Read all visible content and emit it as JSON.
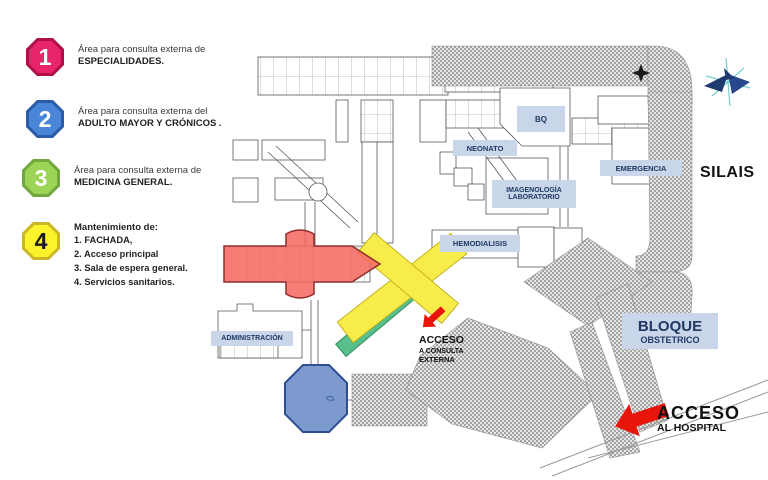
{
  "legend": {
    "items": [
      {
        "number": "1",
        "line1": "Área para consulta externa de",
        "line2": "ESPECIALIDADES."
      },
      {
        "number": "2",
        "line1": "Área para consulta externa del",
        "line2": "ADULTO MAYOR Y CRÓNICOS ."
      },
      {
        "number": "3",
        "line1": "Área para consulta externa de",
        "line2": "MEDICINA GENERAL."
      },
      {
        "number": "4",
        "title": "Mantenimiento de:",
        "list": [
          "1.   FACHADA,",
          "2.  Acceso principal",
          "3.  Sala de espera general.",
          "4.  Servicios sanitarios."
        ]
      }
    ]
  },
  "map": {
    "labels": {
      "bq": "BQ",
      "neonato": "NEONATO",
      "imagenologia_line1": "IMAGENOLOGÍA",
      "imagenologia_line2": "LABORATORIO",
      "emergencia": "EMERGENCIA",
      "hemodialisis": "HEMODIALISIS",
      "administracion": "ADMINISTRACIÓN",
      "bloque_line1": "BLOQUE",
      "bloque_line2": "OBSTETRICO",
      "silais": "SILAIS"
    },
    "annotations": {
      "acceso_consulta_line1": "ACCESO",
      "acceso_consulta_line2": "A CONSULTA",
      "acceso_consulta_line3": "EXTERNA",
      "acceso_hospital_line1": "ACCESO",
      "acceso_hospital_line2": "AL HOSPITAL"
    },
    "colors": {
      "zone_especialidades": "#F4665E",
      "zone_mantenimiento": "#F7EC4A",
      "zone_medicina": "#57BE8C",
      "zone_adulto_mayor": "#7291CB",
      "legend_1": "#E8246B",
      "legend_2": "#4A86D8",
      "legend_3": "#9CD455",
      "legend_4": "#FDF32B",
      "label_chip_bg": "#C9D5E8",
      "label_chip_text": "#1F3864",
      "arrow_red": "#E8150B"
    }
  }
}
